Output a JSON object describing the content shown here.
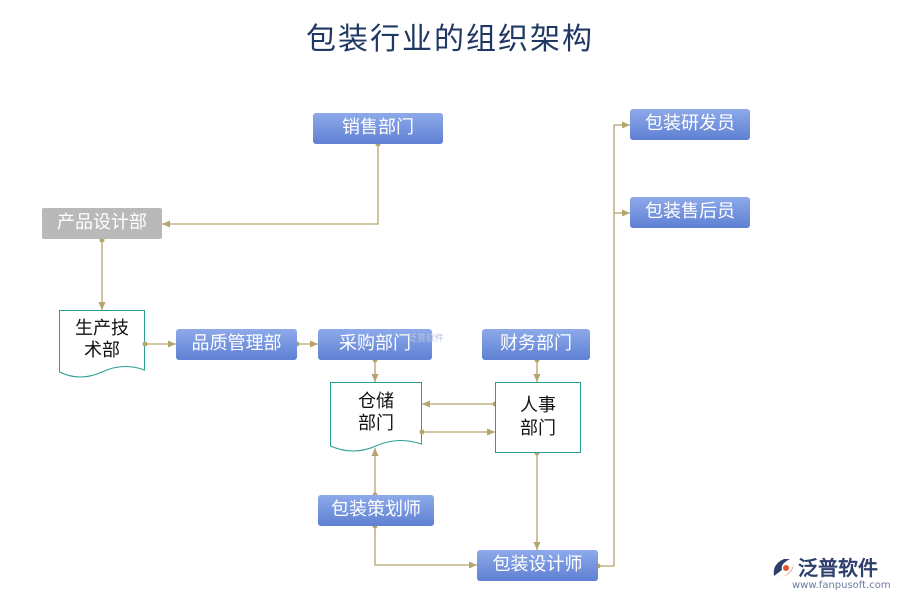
{
  "title": "包装行业的组织架构",
  "nodes": {
    "sales": "销售部门",
    "product_design": "产品设计部",
    "production_tech": "生产技\n术部",
    "quality": "品质管理部",
    "purchasing": "采购部门",
    "finance": "财务部门",
    "warehouse": "仓储\n部门",
    "hr": "人事\n部门",
    "planner": "包装策划师",
    "designer": "包装设计师",
    "researcher": "包装研发员",
    "after_sales": "包装售后员"
  },
  "watermark": "泛普软件",
  "logo": {
    "name": "泛普软件",
    "url": "www.fanpusoft.com"
  },
  "colors": {
    "node_blue_top": "#8eaaea",
    "node_blue_bottom": "#5f80d3",
    "node_gray": "#b9b9b9",
    "connector": "#b5a46e",
    "box_border": "#2a9e94",
    "title": "#1f3864"
  }
}
